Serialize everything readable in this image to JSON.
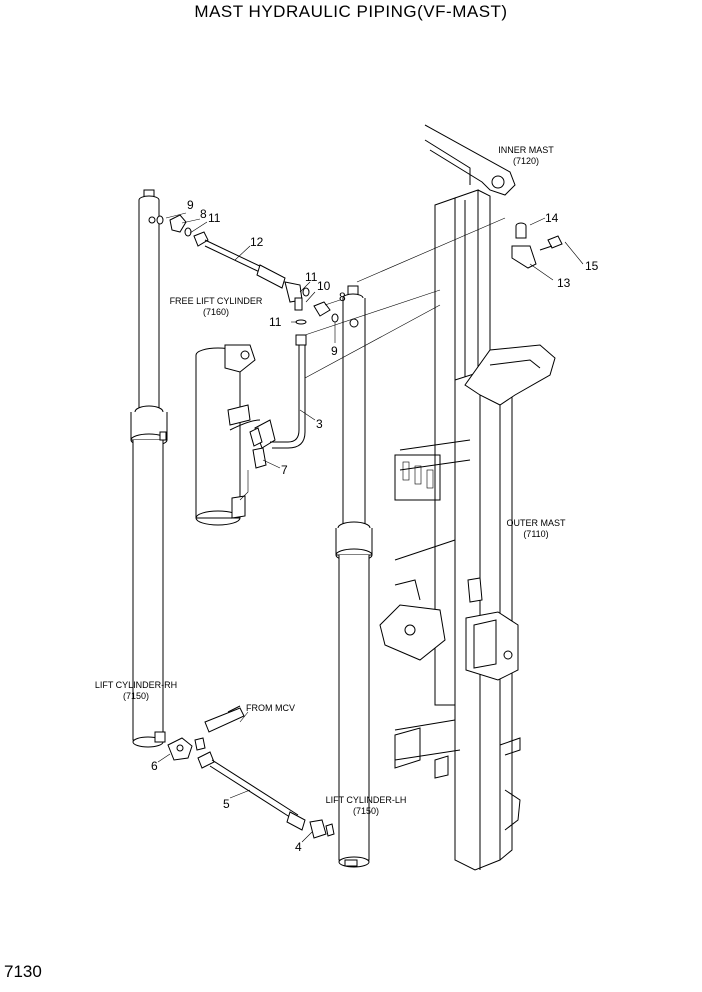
{
  "title": "MAST HYDRAULIC PIPING(VF-MAST)",
  "page_number": "7130",
  "labels": {
    "inner_mast": "INNER MAST",
    "inner_mast_code": "(7120)",
    "free_lift_cylinder": "FREE LIFT CYLINDER",
    "free_lift_cylinder_code": "(7160)",
    "outer_mast": "OUTER MAST",
    "outer_mast_code": "(7110)",
    "lift_cylinder_rh": "LIFT CYLINDER-RH",
    "lift_cylinder_rh_code": "(7150)",
    "lift_cylinder_lh": "LIFT CYLINDER-LH",
    "lift_cylinder_lh_code": "(7150)",
    "from_mcv": "FROM MCV"
  },
  "callouts": {
    "c9a": "9",
    "c8a": "8",
    "c11a": "11",
    "c12": "12",
    "c11b": "11",
    "c10": "10",
    "c8b": "8",
    "c11c": "11",
    "c9b": "9",
    "c3": "3",
    "c7": "7",
    "c14": "14",
    "c15": "15",
    "c13": "13",
    "c6": "6",
    "c5": "5",
    "c4": "4"
  }
}
